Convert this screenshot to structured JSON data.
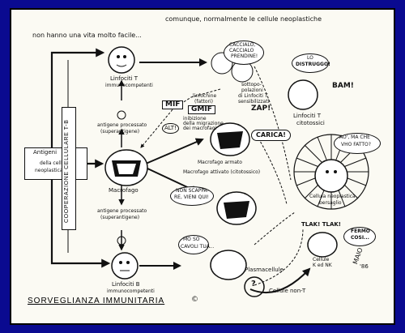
{
  "header": {
    "line1": "comunque, normalmente le cellule neoplastiche",
    "line2": "non hanno una vita molto facile..."
  },
  "antigen_box": {
    "line1": "Antigeni",
    "line2": "della cellula",
    "line3": "neoplastica"
  },
  "cooperation_label": "COOPERAZIONE CELLULARE T-B",
  "nodes": {
    "t_lymph": [
      "Linfociti T",
      "immunocompetenti"
    ],
    "antigen_top": [
      "antigene processato",
      "(superantigene)"
    ],
    "macrofago": "Macrofago",
    "antigen_bottom": [
      "antigene processato",
      "(superantigene)"
    ],
    "b_lymph": [
      "Linfociti B",
      "immunocompetenti"
    ],
    "sub_pop": [
      "sottopo-",
      "polazioni",
      "di Linfociti T",
      "sensibilizzati"
    ],
    "lymphokine": [
      "linfochine",
      "(fattori)"
    ],
    "mif": "MIF",
    "gmif": "GMIF",
    "mif_note": [
      "inibizione",
      "della migrazione",
      "dei macrofagi"
    ],
    "alt": "ALT!",
    "t_cytotoxic": [
      "Linfociti T",
      "citotossici"
    ],
    "macro_armed": "Macrofago armato",
    "macro_activated": "Macrofago attivato (citotossico)",
    "neoplastic": [
      "Cellula neoplastica",
      "bersaglio"
    ],
    "plasmacell": "Plasmacellule",
    "k_nk": [
      "Cellule",
      "K ed NK"
    ],
    "non_t": "Cellule non-T",
    "signature": [
      "MAIO",
      "'86"
    ]
  },
  "bubbles": {
    "caccialo": [
      "CACCIALO,",
      "CACCIALO",
      "PRENDINE!"
    ],
    "distruggo": [
      "LO",
      "DISTRUGGO!"
    ],
    "bam": "BAM!",
    "zap": "ZAP!",
    "carica": "CARICA!",
    "ao": [
      "AO', MA CHE",
      "VHO FATTO?"
    ],
    "non_scappare": [
      "NON SCAPPA-",
      "RE, VIENI QUI!"
    ],
    "fermo": [
      "FERMO",
      "COSI..."
    ],
    "tlak": [
      "TLAK! TLAK!"
    ],
    "mo": [
      "MO",
      "SO",
      "CAVOLI TUA..."
    ],
    "question": "?"
  },
  "footer": {
    "title": "SORVEGLIANZA IMMUNITARIA",
    "copyright": "©"
  }
}
